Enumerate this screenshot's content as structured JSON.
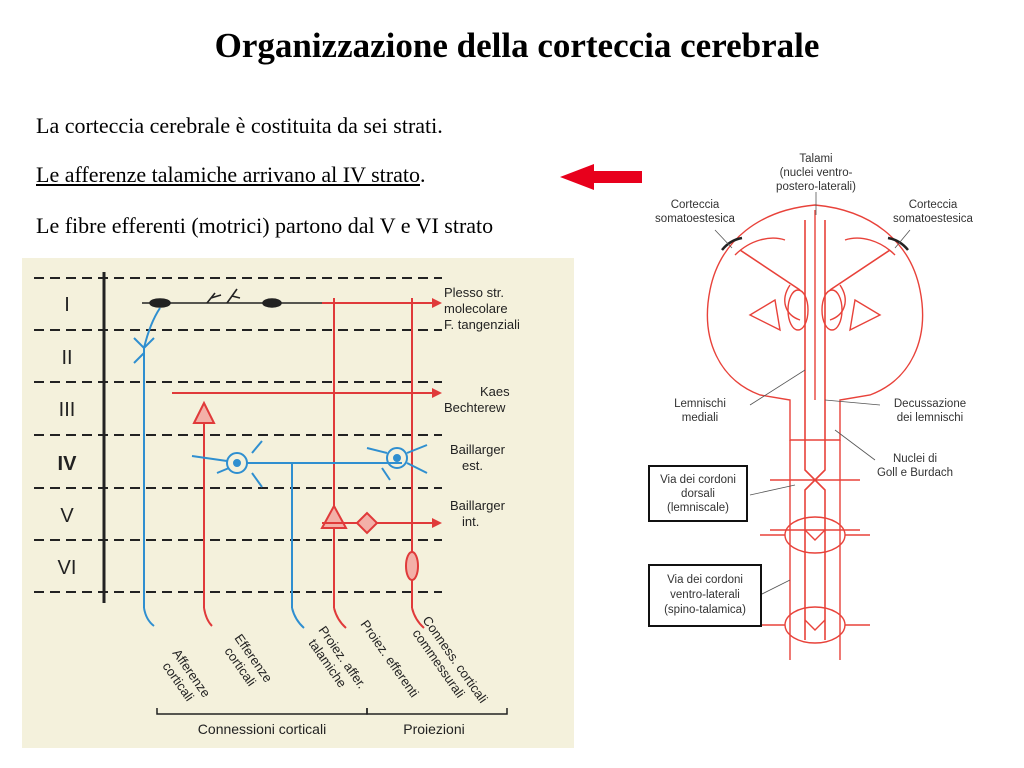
{
  "title": "Organizzazione della corteccia cerebrale",
  "text": {
    "line1": "La corteccia cerebrale è costituita da sei strati.",
    "line2_underlined": "Le afferenze talamiche arrivano al IV strato",
    "line2_end": ".",
    "line3": "Le fibre efferenti (motrici) partono dal V e VI strato"
  },
  "arrow_color": "#e8001c",
  "left_diagram": {
    "layers": [
      "I",
      "II",
      "III",
      "IV",
      "V",
      "VI"
    ],
    "plexus_labels": [
      "Plesso str.",
      "molecolare",
      "F. tangenziali",
      "Kaes",
      "Bechterew",
      "Baillarger",
      "est.",
      "Baillarger",
      "int."
    ],
    "fiber_labels": [
      [
        "Afferenze",
        "corticali"
      ],
      [
        "Efferenze",
        "corticali"
      ],
      [
        "Proiez. affer.",
        "talamiche"
      ],
      [
        "Proiez. efferenti"
      ],
      [
        "Conness. corticali",
        "commessurali"
      ]
    ],
    "group_labels": [
      "Connessioni corticali",
      "Proiezioni"
    ],
    "colors": {
      "background": "#f4f1dc",
      "afferent": "#2f8fd0",
      "efferent": "#e03a3a",
      "axis": "#222222"
    }
  },
  "right_diagram": {
    "labels": {
      "talami": [
        "Talami",
        "(nuclei ventro-",
        "postero-laterali)"
      ],
      "cortex_left": [
        "Corteccia",
        "somatoestesica"
      ],
      "cortex_right": [
        "Corteccia",
        "somatoestesica"
      ],
      "lemnischi": [
        "Lemnischi",
        "mediali"
      ],
      "decussazione": [
        "Decussazione",
        "dei lemnischi"
      ],
      "nuclei": [
        "Nuclei di",
        "Goll e Burdach"
      ],
      "dorsal_box": [
        "Via dei cordoni",
        "dorsali",
        "(lemniscale)"
      ],
      "ventral_box": [
        "Via dei cordoni",
        "ventro-laterali",
        "(spino-talamica)"
      ]
    },
    "colors": {
      "drawing": "#e8423a",
      "text": "#333333"
    }
  }
}
